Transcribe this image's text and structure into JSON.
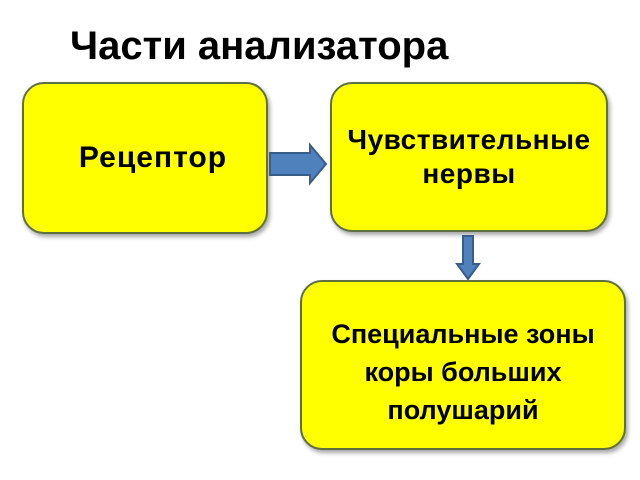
{
  "title": "Части анализатора",
  "boxes": {
    "receptor": "Рецептор",
    "nerves": "Чувствительные нервы",
    "cortex": "Специальные зоны коры больших полушарий"
  },
  "colors": {
    "box_fill": "#ffff00",
    "box_border": "#5f6f3f",
    "arrow_fill": "#4f81bd",
    "arrow_stroke": "#385d8a"
  }
}
